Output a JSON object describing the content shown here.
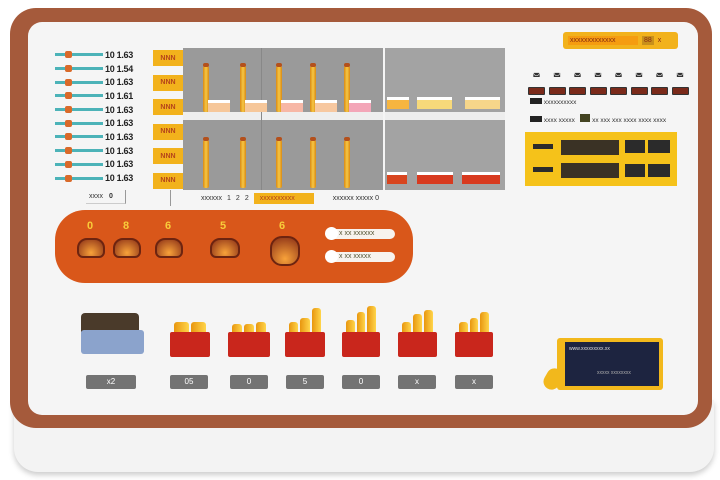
{
  "left_list": {
    "rows": [
      "10 1.63",
      "10 1.54",
      "10 1.63",
      "10 1.61",
      "10 1.63",
      "10 1.63",
      "10 1.63",
      "10 1.63",
      "10 1.63",
      "10 1.63"
    ],
    "footer_label": "xxxx",
    "footer_value": "0"
  },
  "chart_labels": [
    "NNN",
    "NNN",
    "NNN",
    "NNN",
    "NNN",
    "NNN"
  ],
  "chart_footer": {
    "left": "xxxxxx",
    "pages": [
      "1",
      "2",
      "2"
    ],
    "center": "xxxxxxxxxx",
    "right": "xxxxxx xxxxx 0"
  },
  "control_panel": {
    "knob_labels": [
      "0",
      "8",
      "6",
      "5",
      "6"
    ],
    "sliders": [
      "x xx xxxxxx",
      "x xx xxxxx"
    ]
  },
  "top_right": {
    "header": "xxxxxxxxxxxxx",
    "badge": "88",
    "extra": "x"
  },
  "icons": [
    "cup",
    "fire",
    "grill",
    "pot",
    "bowl",
    "tray",
    "pan",
    "bag"
  ],
  "info_rows": [
    "xxxxxxxxxx",
    "xxxx xxxxx",
    "xx xxx xxx xxxx xxxx xxxx"
  ],
  "bottom_buttons": [
    "x2",
    "05",
    "0",
    "5",
    "0",
    "x",
    "x"
  ],
  "device": {
    "title": "www.xxxxxxxxx.xx",
    "subtitle": "xxxxx xxxxxxxx"
  },
  "colors": {
    "frame": "#a55a3b",
    "orange": "#d9571a",
    "yellow": "#f2b21c",
    "red": "#c9261c"
  }
}
